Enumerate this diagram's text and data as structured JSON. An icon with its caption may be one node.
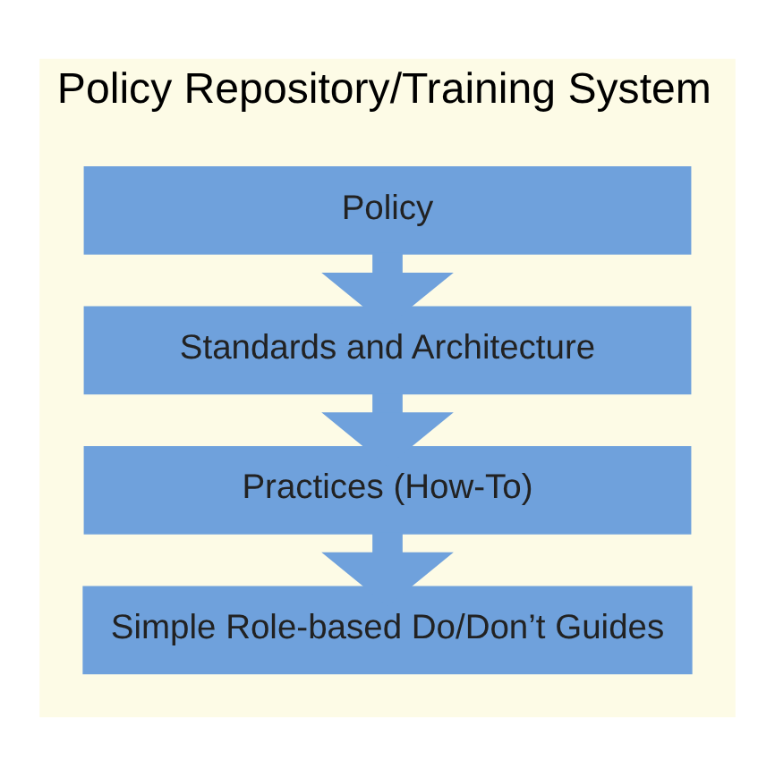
{
  "diagram": {
    "nodes": [
      {
        "text": [
          "Policy Repository/Training System"
        ]
      },
      {
        "text": [
          "Policy"
        ],
        "in": 0
      },
      {
        "text": [
          "Standards and Architecture"
        ],
        "in": 0
      },
      {
        "text": [
          "Practices (How-To)"
        ],
        "in": 0
      },
      {
        "text": [
          "Simple Role-based Do/Don’t Guides"
        ],
        "in": 0
      }
    ],
    "edges": [
      {
        "from": 1,
        "to": 2,
        "arrow": "to"
      },
      {
        "from": 2,
        "to": 3,
        "arrow": "to"
      },
      {
        "from": 3,
        "to": 4,
        "arrow": "to"
      }
    ]
  }
}
